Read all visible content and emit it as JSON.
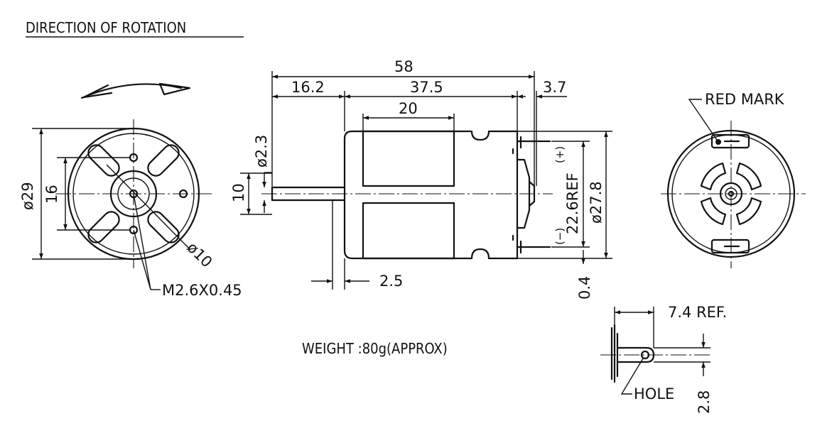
{
  "labels": {
    "direction": "DIRECTION OF ROTATION",
    "red_mark": "RED MARK",
    "weight": "WEIGHT :80g(APPROX)",
    "hole": "HOLE",
    "thread": "M2.6X0.45"
  },
  "dimensions": {
    "overall_length": "58",
    "shaft_length": "16.2",
    "body_length": "37.5",
    "magnet_length": "20",
    "terminal_length": "3.7",
    "shaft_diameter": "ø2.3",
    "boss_diameter": "10",
    "terminal_spacing": "22.6REF",
    "body_diameter_side": "ø27.8",
    "shoulder": "2.5",
    "terminal_thickness": "0.4",
    "front_diameter": "ø29",
    "mount_spacing": "16",
    "boss_diameter_front": "ø10",
    "terminal_ref": "7.4 REF.",
    "terminal_width": "2.8"
  },
  "polarity": {
    "positive": "(+)",
    "negative": "(−)"
  }
}
